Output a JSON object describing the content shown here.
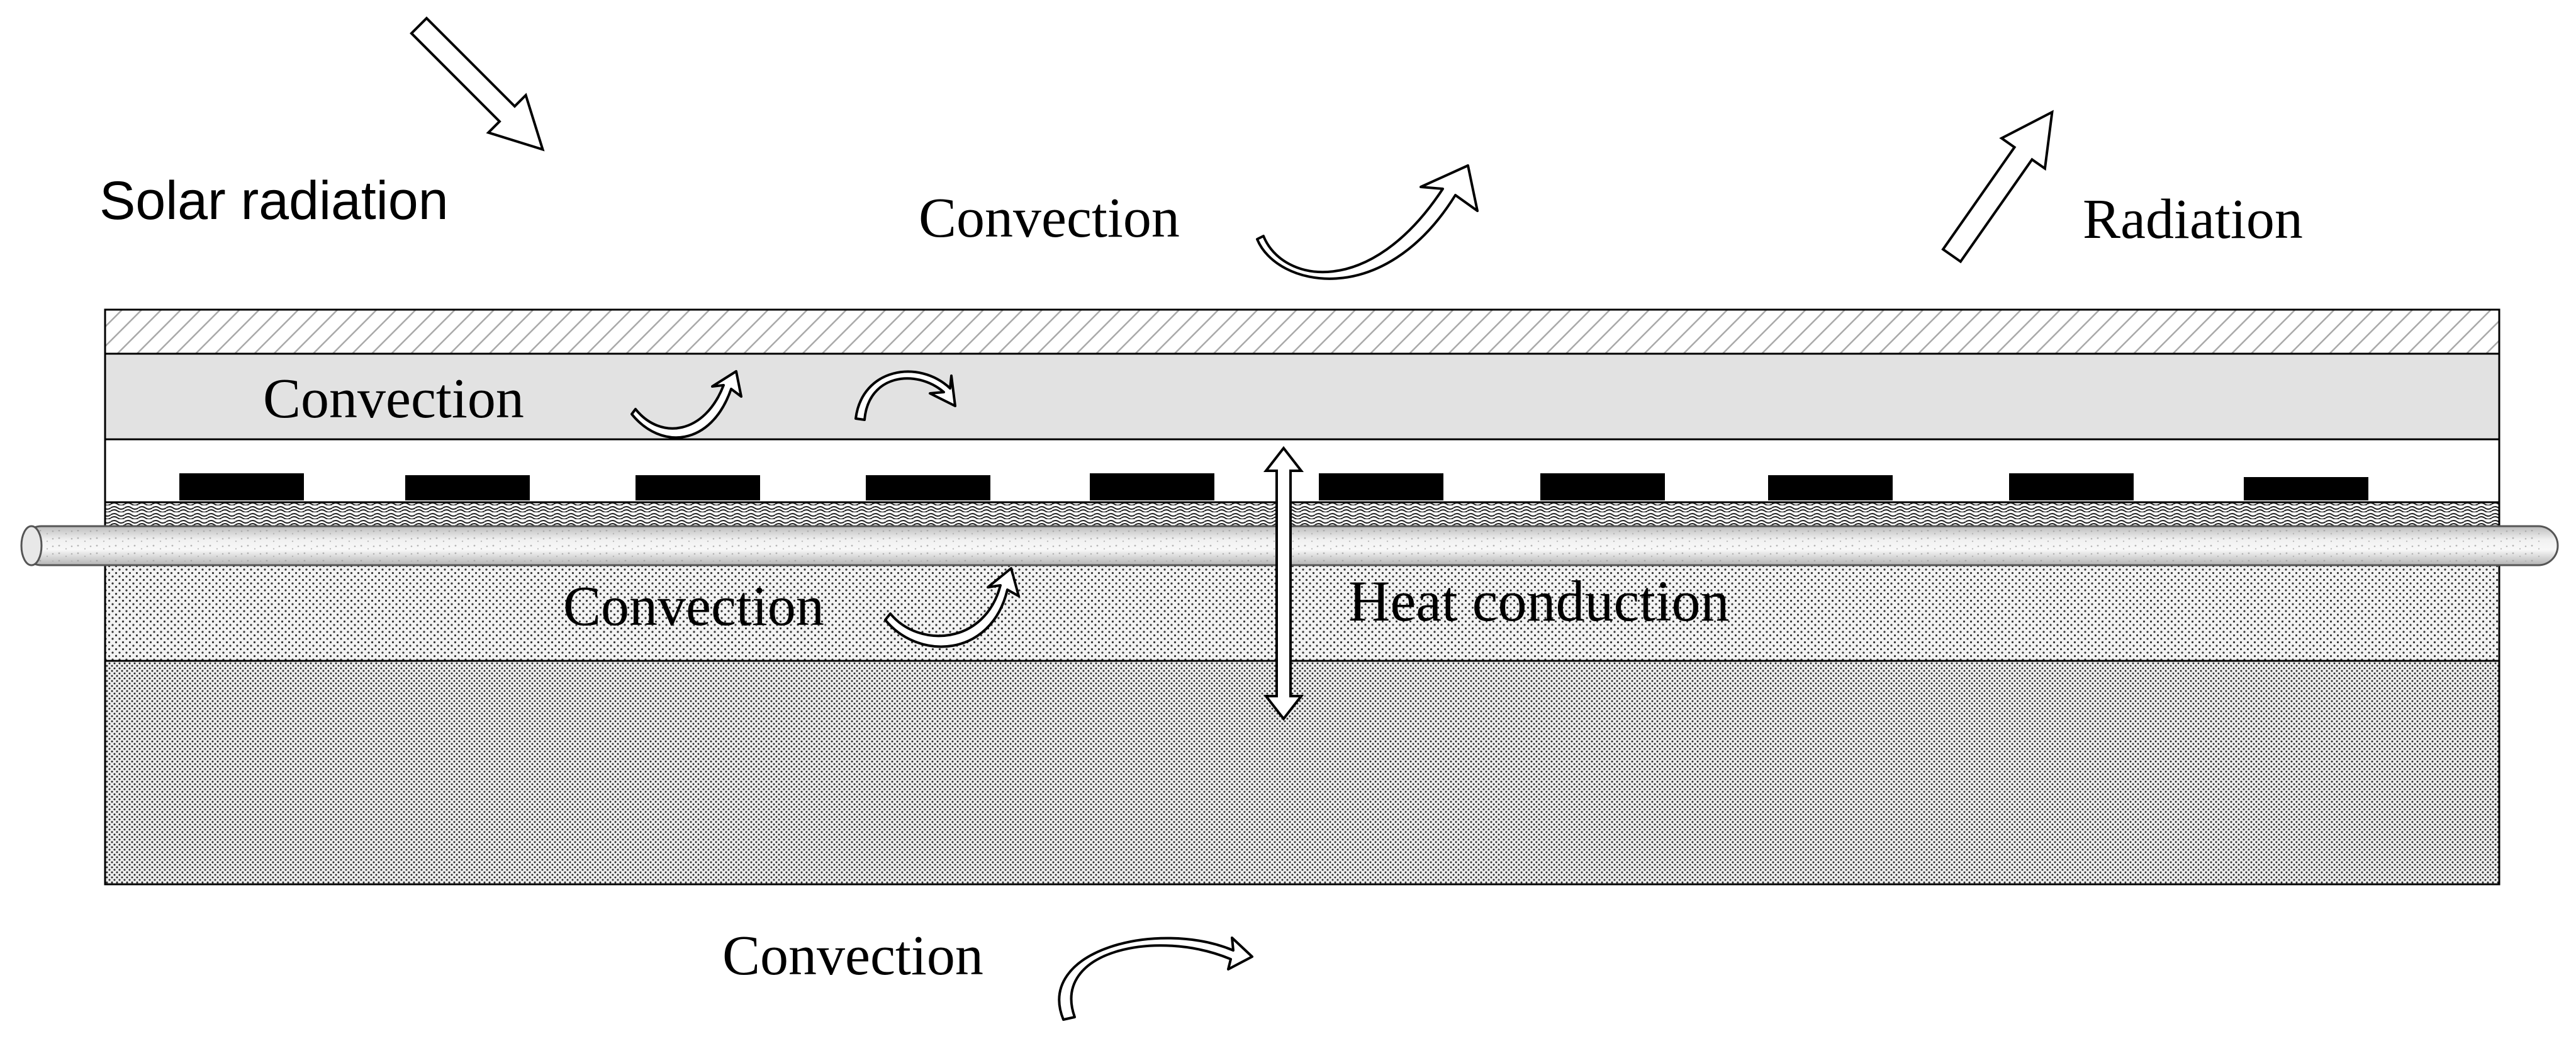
{
  "labels": {
    "solar_radiation": "Solar radiation",
    "radiation": "Radiation",
    "convection_top": "Convection",
    "convection_glass": "Convection",
    "convection_middle": "Convection",
    "heat_conduction": "Heat conduction",
    "convection_bottom": "Convection"
  }
}
